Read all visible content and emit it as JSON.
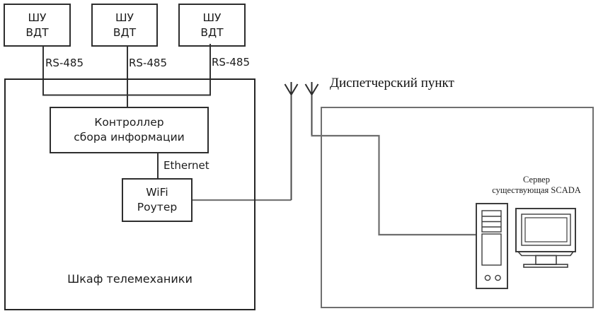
{
  "nodes": {
    "shu1": {
      "line1": "ШУ",
      "line2": "ВДТ"
    },
    "shu2": {
      "line1": "ШУ",
      "line2": "ВДТ"
    },
    "shu3": {
      "line1": "ШУ",
      "line2": "ВДТ"
    },
    "controller": {
      "line1": "Контроллер",
      "line2": "сбора информации"
    },
    "wifi_router": {
      "line1": "WiFi",
      "line2": "Роутер"
    },
    "cabinet": {
      "label": "Шкаф телемеханики"
    },
    "dispatcher": {
      "title": "Диспетчерский пункт"
    },
    "server": {
      "line1": "Сервер",
      "line2": "существующая SCADA"
    }
  },
  "connection_labels": {
    "rs485_1": "RS-485",
    "rs485_2": "RS-485",
    "rs485_3": "RS-485",
    "ethernet": "Ethernet"
  },
  "colors": {
    "dark_line": "#333333",
    "gray_line": "#767676",
    "box_border": "#2e2e2e",
    "dispatcher_border": "#6f6f6f",
    "background": "#ffffff"
  }
}
